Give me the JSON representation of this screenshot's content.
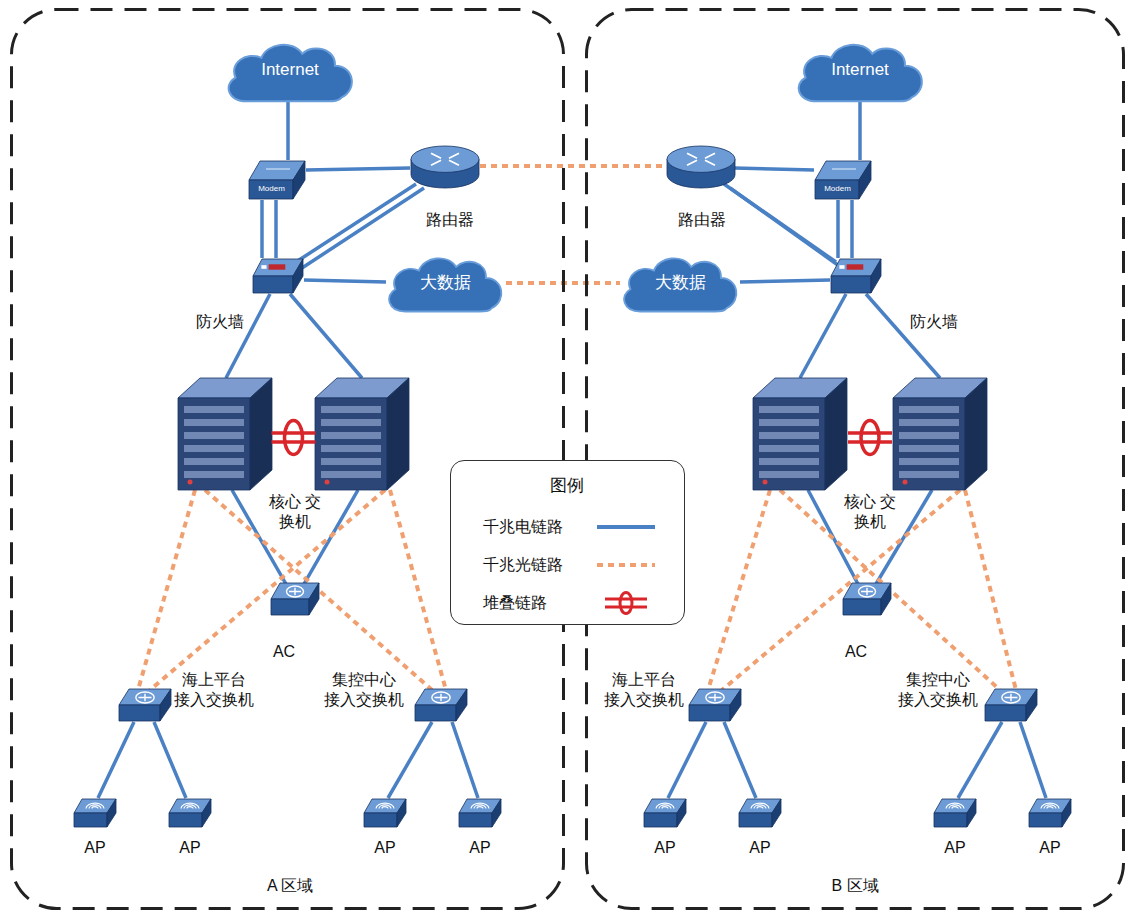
{
  "diagram": {
    "nodes": [
      {
        "text": [
          "A 区域"
        ]
      },
      {
        "text": [
          "Internet"
        ],
        "in": 0
      },
      {
        "text": [
          "Modem"
        ],
        "in": 0
      },
      {
        "text": [
          "路由器"
        ],
        "in": 0
      },
      {
        "text": [
          "防火墙"
        ],
        "in": 0
      },
      {
        "text": [
          "大数据"
        ],
        "in": 0
      },
      {
        "text": [
          "核心 交换机"
        ],
        "in": 0
      },
      {
        "text": [
          "AC"
        ],
        "in": 0
      },
      {
        "text": [
          "海上平台 接入交换机"
        ],
        "in": 0
      },
      {
        "text": [
          "集控中心 接入交换机"
        ],
        "in": 0
      },
      {
        "text": [
          "AP"
        ],
        "in": 0
      },
      {
        "text": [
          "AP"
        ],
        "in": 0
      },
      {
        "text": [
          "AP"
        ],
        "in": 0
      },
      {
        "text": [
          "AP"
        ],
        "in": 0
      },
      {
        "text": [
          "B 区域"
        ]
      },
      {
        "text": [
          "Internet"
        ],
        "in": 14
      },
      {
        "text": [
          "Modem"
        ],
        "in": 14
      },
      {
        "text": [
          "路由器"
        ],
        "in": 14
      },
      {
        "text": [
          "防火墙"
        ],
        "in": 14
      },
      {
        "text": [
          "大数据"
        ],
        "in": 14
      },
      {
        "text": [
          "核心 交换机"
        ],
        "in": 14
      },
      {
        "text": [
          "AC"
        ],
        "in": 14
      },
      {
        "text": [
          "海上平台 接入交换机"
        ],
        "in": 14
      },
      {
        "text": [
          "集控中心 接入交换机"
        ],
        "in": 14
      },
      {
        "text": [
          "AP"
        ],
        "in": 14
      },
      {
        "text": [
          "AP"
        ],
        "in": 14
      },
      {
        "text": [
          "AP"
        ],
        "in": 14
      },
      {
        "text": [
          "AP"
        ],
        "in": 14
      }
    ],
    "edges": [
      {
        "from": 1,
        "to": 2,
        "arrow": "none"
      },
      {
        "from": 2,
        "to": 3,
        "arrow": "none"
      },
      {
        "from": 2,
        "to": 4,
        "arrow": "none"
      },
      {
        "from": 2,
        "to": 4,
        "arrow": "none"
      },
      {
        "from": 3,
        "to": 4,
        "arrow": "none"
      },
      {
        "from": 3,
        "to": 4,
        "arrow": "none"
      },
      {
        "from": 4,
        "to": 5,
        "arrow": "none"
      },
      {
        "from": 4,
        "to": 6,
        "arrow": "none"
      },
      {
        "from": 4,
        "to": 6,
        "arrow": "none"
      },
      {
        "from": 6,
        "to": 7,
        "arrow": "none"
      },
      {
        "from": 6,
        "to": 7,
        "arrow": "none"
      },
      {
        "from": 6,
        "to": 8,
        "arrow": "none"
      },
      {
        "from": 6,
        "to": 9,
        "arrow": "none"
      },
      {
        "from": 6,
        "to": 8,
        "arrow": "none"
      },
      {
        "from": 6,
        "to": 9,
        "arrow": "none"
      },
      {
        "from": 8,
        "to": 10,
        "arrow": "none"
      },
      {
        "from": 8,
        "to": 11,
        "arrow": "none"
      },
      {
        "from": 9,
        "to": 12,
        "arrow": "none"
      },
      {
        "from": 9,
        "to": 13,
        "arrow": "none"
      },
      {
        "from": 15,
        "to": 16,
        "arrow": "none"
      },
      {
        "from": 16,
        "to": 17,
        "arrow": "none"
      },
      {
        "from": 16,
        "to": 18,
        "arrow": "none"
      },
      {
        "from": 16,
        "to": 18,
        "arrow": "none"
      },
      {
        "from": 17,
        "to": 18,
        "arrow": "none"
      },
      {
        "from": 17,
        "to": 18,
        "arrow": "none"
      },
      {
        "from": 18,
        "to": 19,
        "arrow": "none"
      },
      {
        "from": 18,
        "to": 20,
        "arrow": "none"
      },
      {
        "from": 18,
        "to": 20,
        "arrow": "none"
      },
      {
        "from": 20,
        "to": 21,
        "arrow": "none"
      },
      {
        "from": 20,
        "to": 21,
        "arrow": "none"
      },
      {
        "from": 20,
        "to": 22,
        "arrow": "none"
      },
      {
        "from": 20,
        "to": 23,
        "arrow": "none"
      },
      {
        "from": 20,
        "to": 22,
        "arrow": "none"
      },
      {
        "from": 20,
        "to": 23,
        "arrow": "none"
      },
      {
        "from": 22,
        "to": 24,
        "arrow": "none"
      },
      {
        "from": 22,
        "to": 25,
        "arrow": "none"
      },
      {
        "from": 23,
        "to": 26,
        "arrow": "none"
      },
      {
        "from": 23,
        "to": 27,
        "arrow": "none"
      },
      {
        "from": 3,
        "to": 17,
        "arrow": "none"
      },
      {
        "from": 5,
        "to": 19,
        "arrow": "none"
      }
    ],
    "labels": [
      "图例"
    ],
    "legend": [
      {
        "text": "千兆电链路"
      },
      {
        "text": "千兆光链路"
      },
      {
        "text": "堆叠链路"
      }
    ]
  }
}
